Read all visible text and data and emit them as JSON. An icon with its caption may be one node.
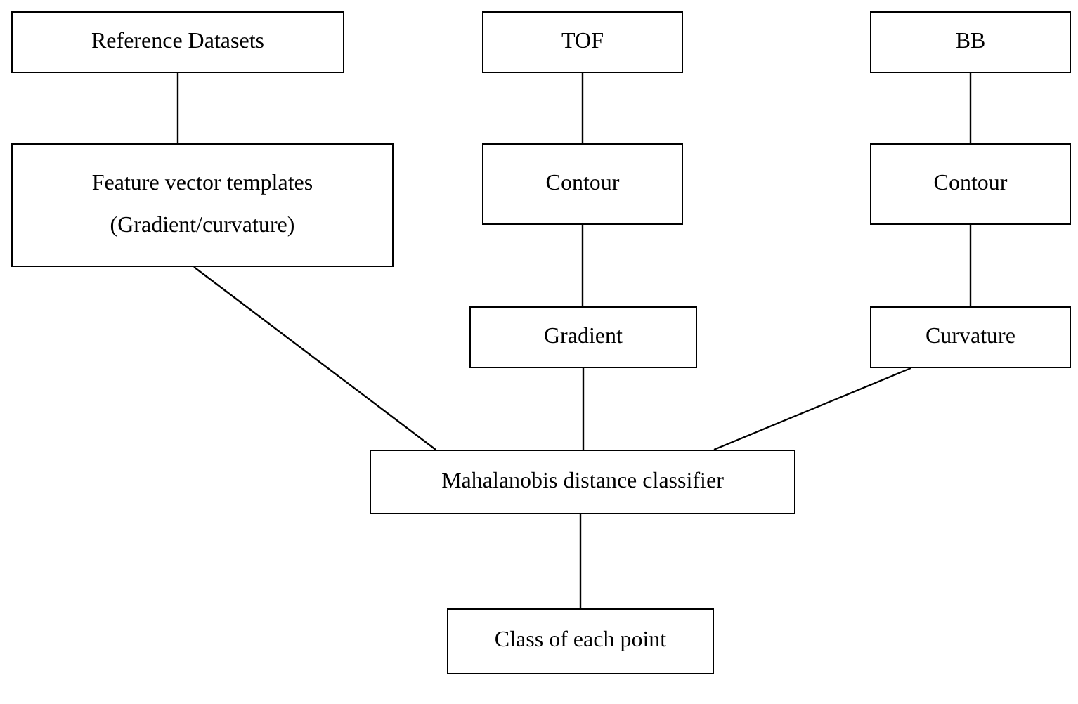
{
  "diagram": {
    "nodes": [
      {
        "text": [
          "Reference Datasets"
        ]
      },
      {
        "text": [
          "TOF"
        ]
      },
      {
        "text": [
          "BB"
        ]
      },
      {
        "text": [
          "Feature vector templates (Gradient/curvature)"
        ]
      },
      {
        "text": [
          "Contour"
        ]
      },
      {
        "text": [
          "Contour"
        ]
      },
      {
        "text": [
          "Gradient"
        ]
      },
      {
        "text": [
          "Curvature"
        ]
      },
      {
        "text": [
          "Mahalanobis distance classifier"
        ]
      },
      {
        "text": [
          "Class of each point"
        ]
      }
    ],
    "edges": [
      {
        "from": 0,
        "to": 3,
        "arrow": "none"
      },
      {
        "from": 1,
        "to": 4,
        "arrow": "none"
      },
      {
        "from": 4,
        "to": 6,
        "arrow": "none"
      },
      {
        "from": 2,
        "to": 5,
        "arrow": "none"
      },
      {
        "from": 5,
        "to": 7,
        "arrow": "none"
      },
      {
        "from": 3,
        "to": 8,
        "arrow": "none"
      },
      {
        "from": 6,
        "to": 8,
        "arrow": "none"
      },
      {
        "from": 7,
        "to": 8,
        "arrow": "none"
      },
      {
        "from": 8,
        "to": 9,
        "arrow": "none"
      }
    ]
  }
}
